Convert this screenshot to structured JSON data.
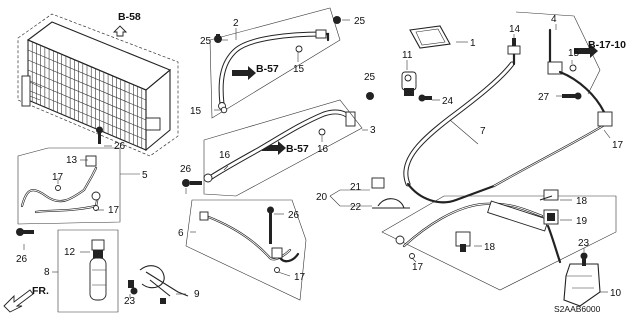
{
  "diagram_code": "S2AAB6000",
  "direction_label": "FR.",
  "ref_labels": {
    "b58": "B-58",
    "b57_upper": "B-57",
    "b57_lower": "B-57",
    "b1710": "B-17-10"
  },
  "callouts": {
    "c1": "1",
    "c2": "2",
    "c3": "3",
    "c4": "4",
    "c5": "5",
    "c6": "6",
    "c7": "7",
    "c8": "8",
    "c9": "9",
    "c10": "10",
    "c11": "11",
    "c12": "12",
    "c13": "13",
    "c14": "14",
    "c15a": "15",
    "c15b": "15",
    "c15c": "15",
    "c16a": "16",
    "c16b": "16",
    "c17a": "17",
    "c17b": "17",
    "c17c": "17",
    "c17d": "17",
    "c17e": "17",
    "c18a": "18",
    "c18b": "18",
    "c19": "19",
    "c20": "20",
    "c21": "21",
    "c22": "22",
    "c23a": "23",
    "c23b": "23",
    "c24": "24",
    "c25a": "25",
    "c25b": "25",
    "c25c": "25",
    "c26a": "26",
    "c26b": "26",
    "c26c": "26",
    "c26d": "26",
    "c27": "27"
  }
}
